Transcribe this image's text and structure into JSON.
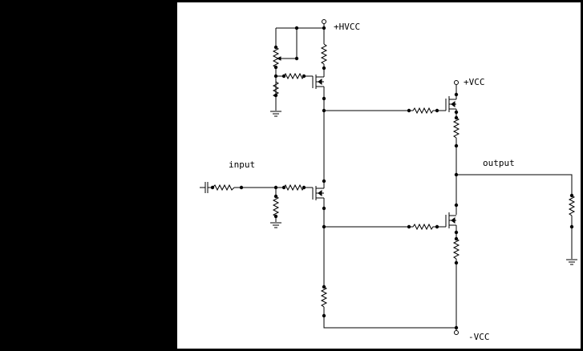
{
  "labels": {
    "hvcc": "+HVCC",
    "vcc_pos": "+VCC",
    "vcc_neg": "-VCC",
    "input": "input",
    "output": "output"
  },
  "colors": {
    "background": "#000000",
    "canvas": "#ffffff",
    "ink": "#000000"
  }
}
